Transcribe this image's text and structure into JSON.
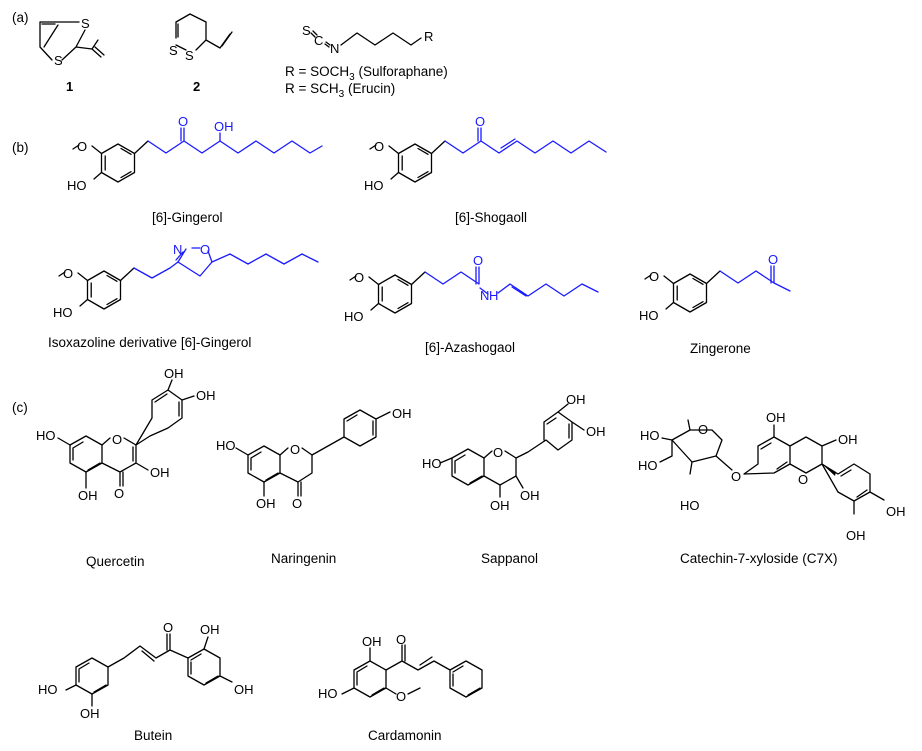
{
  "panels": {
    "a": "(a)",
    "b": "(b)",
    "c": "(c)"
  },
  "panel_a": {
    "compound1": "1",
    "compound2": "2",
    "r_group": "R",
    "r_def1_pre": "R = SOCH",
    "r_def1_sub": "3",
    "r_def1_post": " (Sulforaphane)",
    "r_def2_pre": "R = SCH",
    "r_def2_sub": "3",
    "r_def2_post": " (Erucin)"
  },
  "atoms": {
    "S": "S",
    "N": "N",
    "O": "O",
    "C": "C",
    "OH": "OH",
    "HO": "HO",
    "NH": "H"
  },
  "panel_b": {
    "gingerol": "[6]-Gingerol",
    "shogaol": "[6]-Shogaoll",
    "isoxazoline": "Isoxazoline derivative [6]-Gingerol",
    "azashogaol": "[6]-Azashogaol",
    "zingerone": "Zingerone"
  },
  "panel_c": {
    "quercetin": "Quercetin",
    "naringenin": "Naringenin",
    "sappanol": "Sappanol",
    "c7x": "Catechin-7-xyloside (C7X)",
    "butein": "Butein",
    "cardamonin": "Cardamonin"
  },
  "colors": {
    "highlight": "#1a1aff",
    "bond": "#000000"
  }
}
